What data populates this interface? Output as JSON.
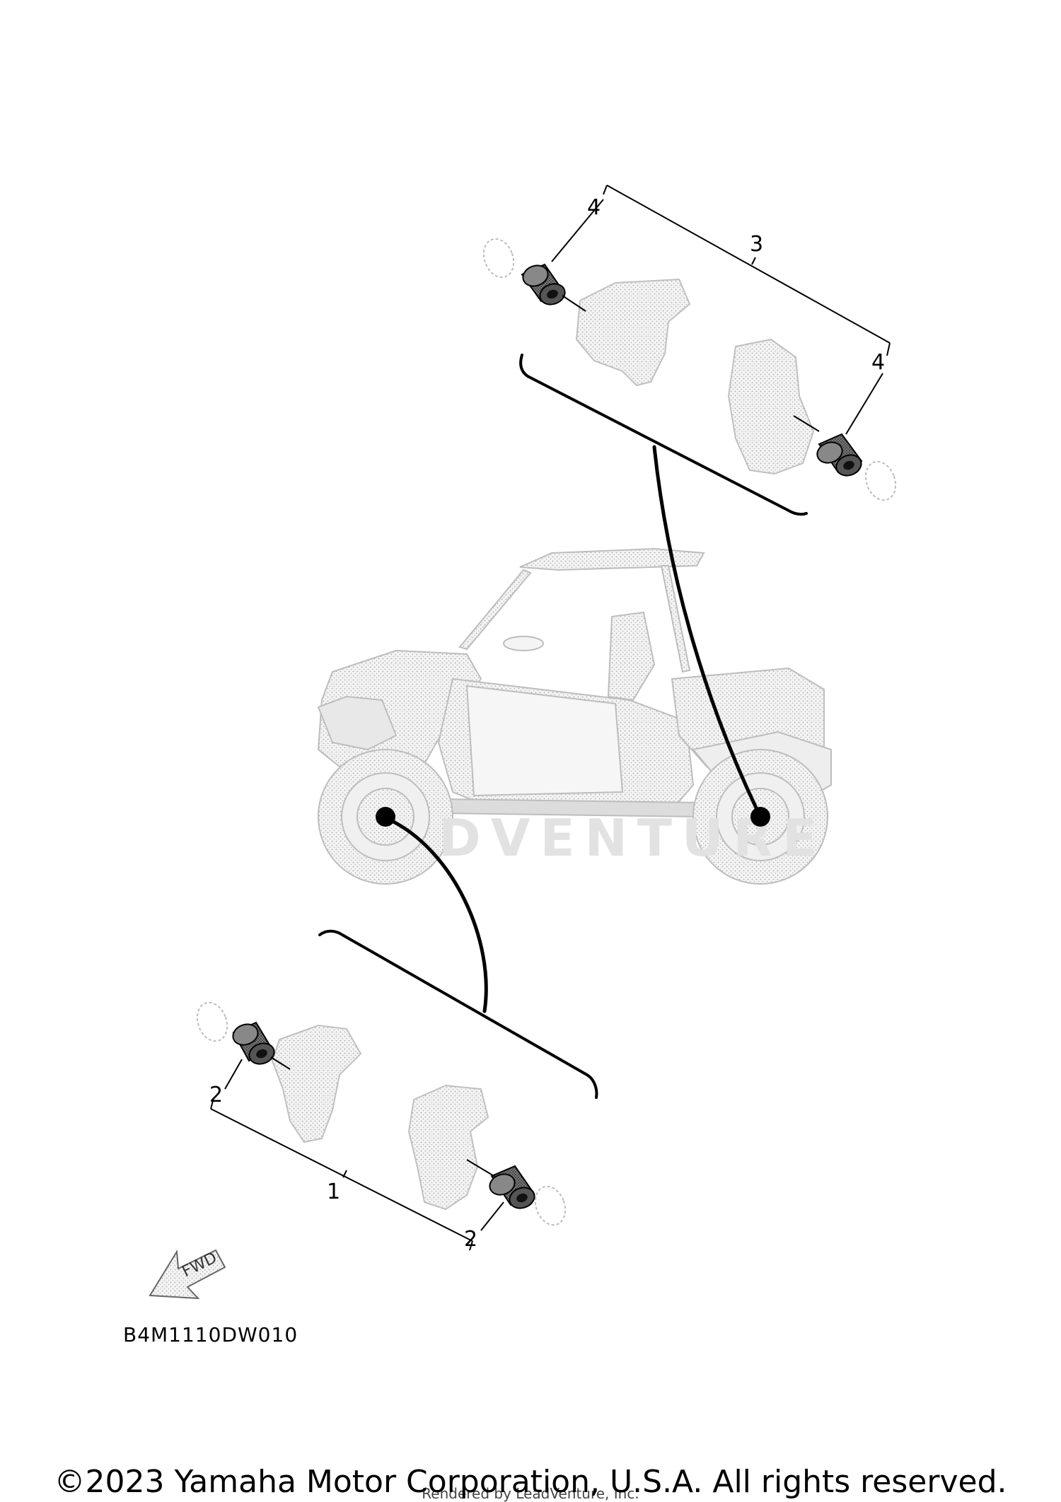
{
  "diagram": {
    "code": "B4M1110DW010",
    "fwd_label": "FWD",
    "watermark": "DVENTURE",
    "callouts": {
      "front_assembly": "1",
      "front_bearing_left": "2",
      "front_bearing_right": "2",
      "rear_assembly": "3",
      "rear_bearing_left": "4",
      "rear_bearing_right": "4"
    }
  },
  "footer": {
    "copyright": "©2023 Yamaha Motor Corporation, U.S.A. All rights reserved.",
    "rendered_by": "Rendered by LeadVenture, Inc."
  }
}
